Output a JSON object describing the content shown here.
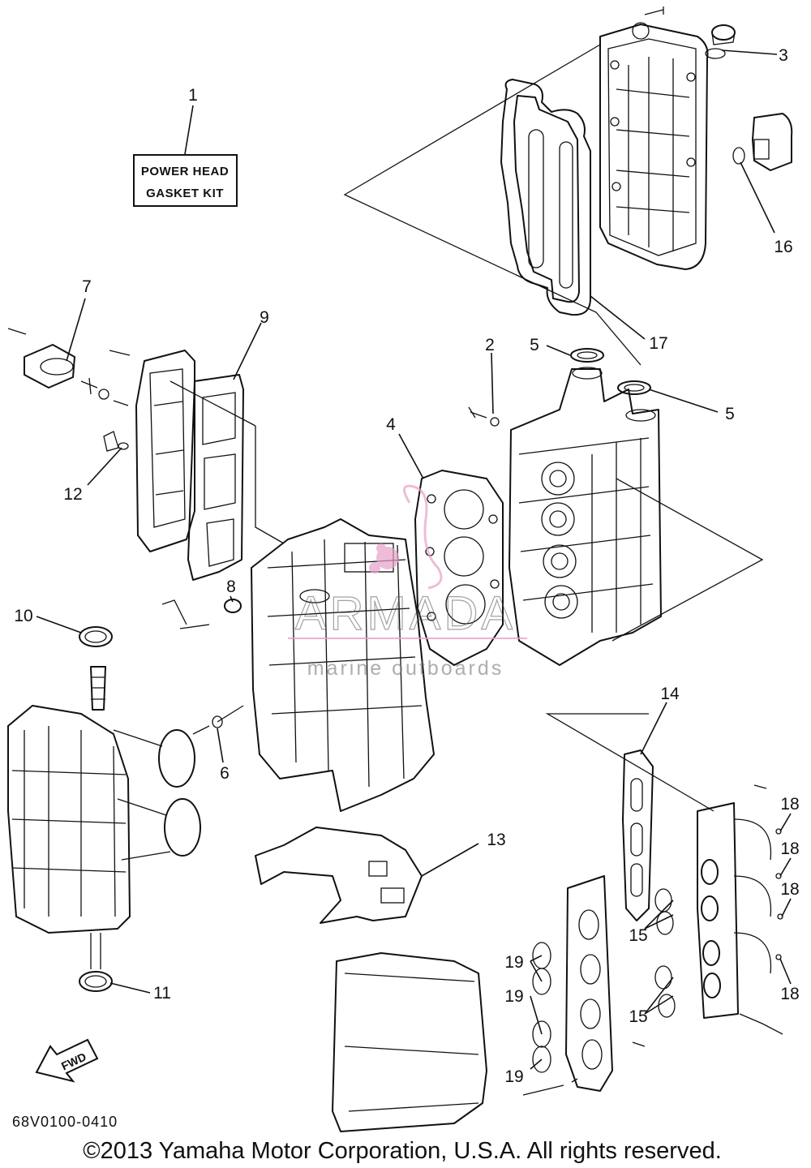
{
  "kit_label": {
    "line1": "POWER HEAD",
    "line2": "GASKET KIT"
  },
  "callouts": {
    "c1": "1",
    "c2": "2",
    "c3": "3",
    "c4": "4",
    "c5a": "5",
    "c5b": "5",
    "c6": "6",
    "c7": "7",
    "c8": "8",
    "c9": "9",
    "c10": "10",
    "c11": "11",
    "c12": "12",
    "c13": "13",
    "c14": "14",
    "c15a": "15",
    "c15b": "15",
    "c16": "16",
    "c17": "17",
    "c18a": "18",
    "c18b": "18",
    "c18c": "18",
    "c18d": "18",
    "c19a": "19",
    "c19b": "19",
    "c19c": "19"
  },
  "watermark": {
    "brand": "ARMADA",
    "tagline": "marine outboards",
    "accent_color": "#e8a0c8"
  },
  "direction_arrow": "FWD",
  "diagram_code": "68V0100-0410",
  "copyright": "©2013 Yamaha Motor Corporation, U.S.A. All rights reserved."
}
